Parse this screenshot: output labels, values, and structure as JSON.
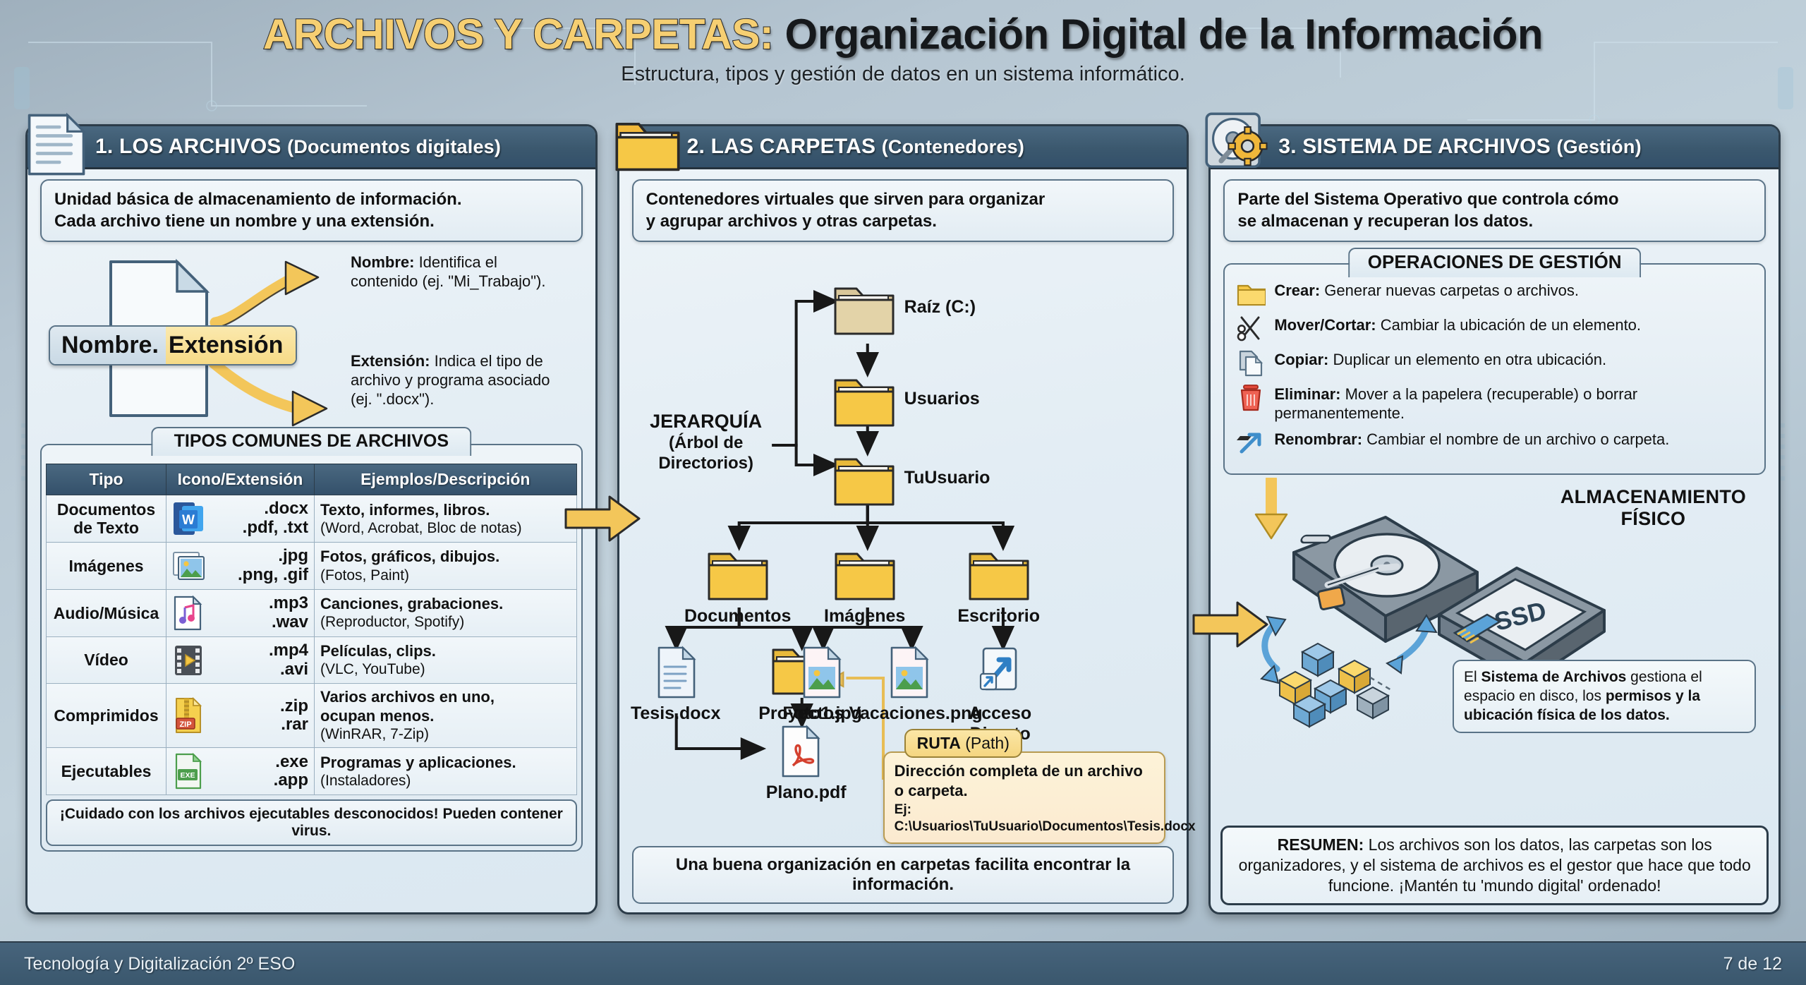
{
  "header": {
    "title_highlight": "ARCHIVOS Y CARPETAS:",
    "title_rest": " Organización Digital de la Información",
    "subtitle": "Estructura, tipos y gestión de datos en un sistema informático."
  },
  "colors": {
    "header_bar": "#3b586e",
    "accent_yellow": "#f3c65a",
    "folder_yellow": "#f6c846",
    "panel_bg": "#e8f0f6",
    "border_dark": "#2c3c49"
  },
  "panel1": {
    "number_title": "1. LOS ARCHIVOS",
    "subtitle": "(Documentos digitales)",
    "definition": "Unidad básica de almacenamiento de información.\nCada archivo tiene un nombre y una extensión.",
    "filename_name": "Nombre.",
    "filename_ext": "Extensión",
    "callout_name_label": "Nombre:",
    "callout_name_text": " Identifica el contenido (ej. \"Mi_Trabajo\").",
    "callout_ext_label": "Extensión:",
    "callout_ext_text": " Indica el tipo de archivo y programa asociado (ej. \".docx\").",
    "table_title": "TIPOS COMUNES DE ARCHIVOS",
    "table_headers": [
      "Tipo",
      "Icono/Extensión",
      "Ejemplos/Descripción"
    ],
    "rows": [
      {
        "type": "Documentos\nde Texto",
        "icon": "word-icon",
        "ext": ".docx\n.pdf, .txt",
        "desc_strong": "Texto, informes, libros.",
        "desc_plain": "(Word, Acrobat, Bloc de notas)"
      },
      {
        "type": "Imágenes",
        "icon": "image-icon",
        "ext": ".jpg\n.png, .gif",
        "desc_strong": "Fotos, gráficos, dibujos.",
        "desc_plain": "(Fotos, Paint)"
      },
      {
        "type": "Audio/Música",
        "icon": "music-icon",
        "ext": ".mp3\n.wav",
        "desc_strong": "Canciones, grabaciones.",
        "desc_plain": "(Reproductor, Spotify)"
      },
      {
        "type": "Vídeo",
        "icon": "video-icon",
        "ext": ".mp4\n.avi",
        "desc_strong": "Películas, clips.",
        "desc_plain": "(VLC, YouTube)"
      },
      {
        "type": "Comprimidos",
        "icon": "zip-icon",
        "ext": ".zip\n.rar",
        "desc_strong": "Varios archivos en uno,\nocupan menos.",
        "desc_plain": "(WinRAR, 7-Zip)"
      },
      {
        "type": "Ejecutables",
        "icon": "exe-icon",
        "ext": ".exe\n.app",
        "desc_strong": "Programas y aplicaciones.",
        "desc_plain": "(Instaladores)"
      }
    ],
    "warning": "¡Cuidado con los archivos ejecutables desconocidos! Pueden contener virus."
  },
  "panel2": {
    "number_title": "2. LAS CARPETAS",
    "subtitle": "(Contenedores)",
    "definition": "Contenedores virtuales que sirven para organizar\ny agrupar archivos y otras carpetas.",
    "hierarchy_label": "JERARQUÍA",
    "hierarchy_sub": "(Árbol de\nDirectorios)",
    "nodes": {
      "root": "Raíz (C:)",
      "usuarios": "Usuarios",
      "tuusuario": "TuUsuario",
      "documentos": "Documentos",
      "imagenes": "Imágenes",
      "escritorio": "Escritorio",
      "tesis": "Tesis.docx",
      "proyectos": "Proyectos",
      "foto1": "Foto1.jpg",
      "vacaciones": "Vacaciones.png",
      "acceso_directo": "Acceso\nDirecto",
      "plano": "Plano.pdf"
    },
    "ruta_chip_bold": "RUTA",
    "ruta_chip_plain": " (Path)",
    "ruta_line1": "Dirección completa de un archivo o carpeta.",
    "ruta_line2": "Ej: C:\\Usuarios\\TuUsuario\\Documentos\\Tesis.docx",
    "bottom_note": "Una buena organización en carpetas facilita encontrar la información."
  },
  "panel3": {
    "number_title": "3. SISTEMA DE ARCHIVOS",
    "subtitle": "(Gestión)",
    "definition": "Parte del Sistema Operativo que controla cómo\nse almacenan y recuperan los datos.",
    "ops_title": "OPERACIONES DE GESTIÓN",
    "operations": [
      {
        "icon": "folder-icon",
        "label": "Crear:",
        "text": " Generar nuevas carpetas o archivos."
      },
      {
        "icon": "scissors-icon",
        "label": "Mover/Cortar:",
        "text": " Cambiar la ubicación de un elemento."
      },
      {
        "icon": "copy-icon",
        "label": "Copiar:",
        "text": " Duplicar un elemento en otra ubicación."
      },
      {
        "icon": "trash-icon",
        "label": "Eliminar:",
        "text": " Mover a la papelera (recuperable) o borrar permanentemente."
      },
      {
        "icon": "rename-arrow-icon",
        "label": "Renombrar:",
        "text": " Cambiar el nombre de un archivo o carpeta."
      }
    ],
    "storage_title": "ALMACENAMIENTO\nFÍSICO",
    "ssd_label": "SSD",
    "fs_note": {
      "p1": "El ",
      "b1": "Sistema de Archivos",
      "p2": " gestiona el espacio en disco, los ",
      "b2": "permisos y la ubicación física de los datos.",
      "p3": ""
    },
    "resumen_label": "RESUMEN:",
    "resumen_text": " Los archivos son los datos, las carpetas son los organizadores, y el sistema de archivos es el gestor que hace que todo funcione. ¡Mantén tu 'mundo digital' ordenado!"
  },
  "footer": {
    "left": "Tecnología y Digitalización 2º ESO",
    "right": "7 de 12"
  }
}
